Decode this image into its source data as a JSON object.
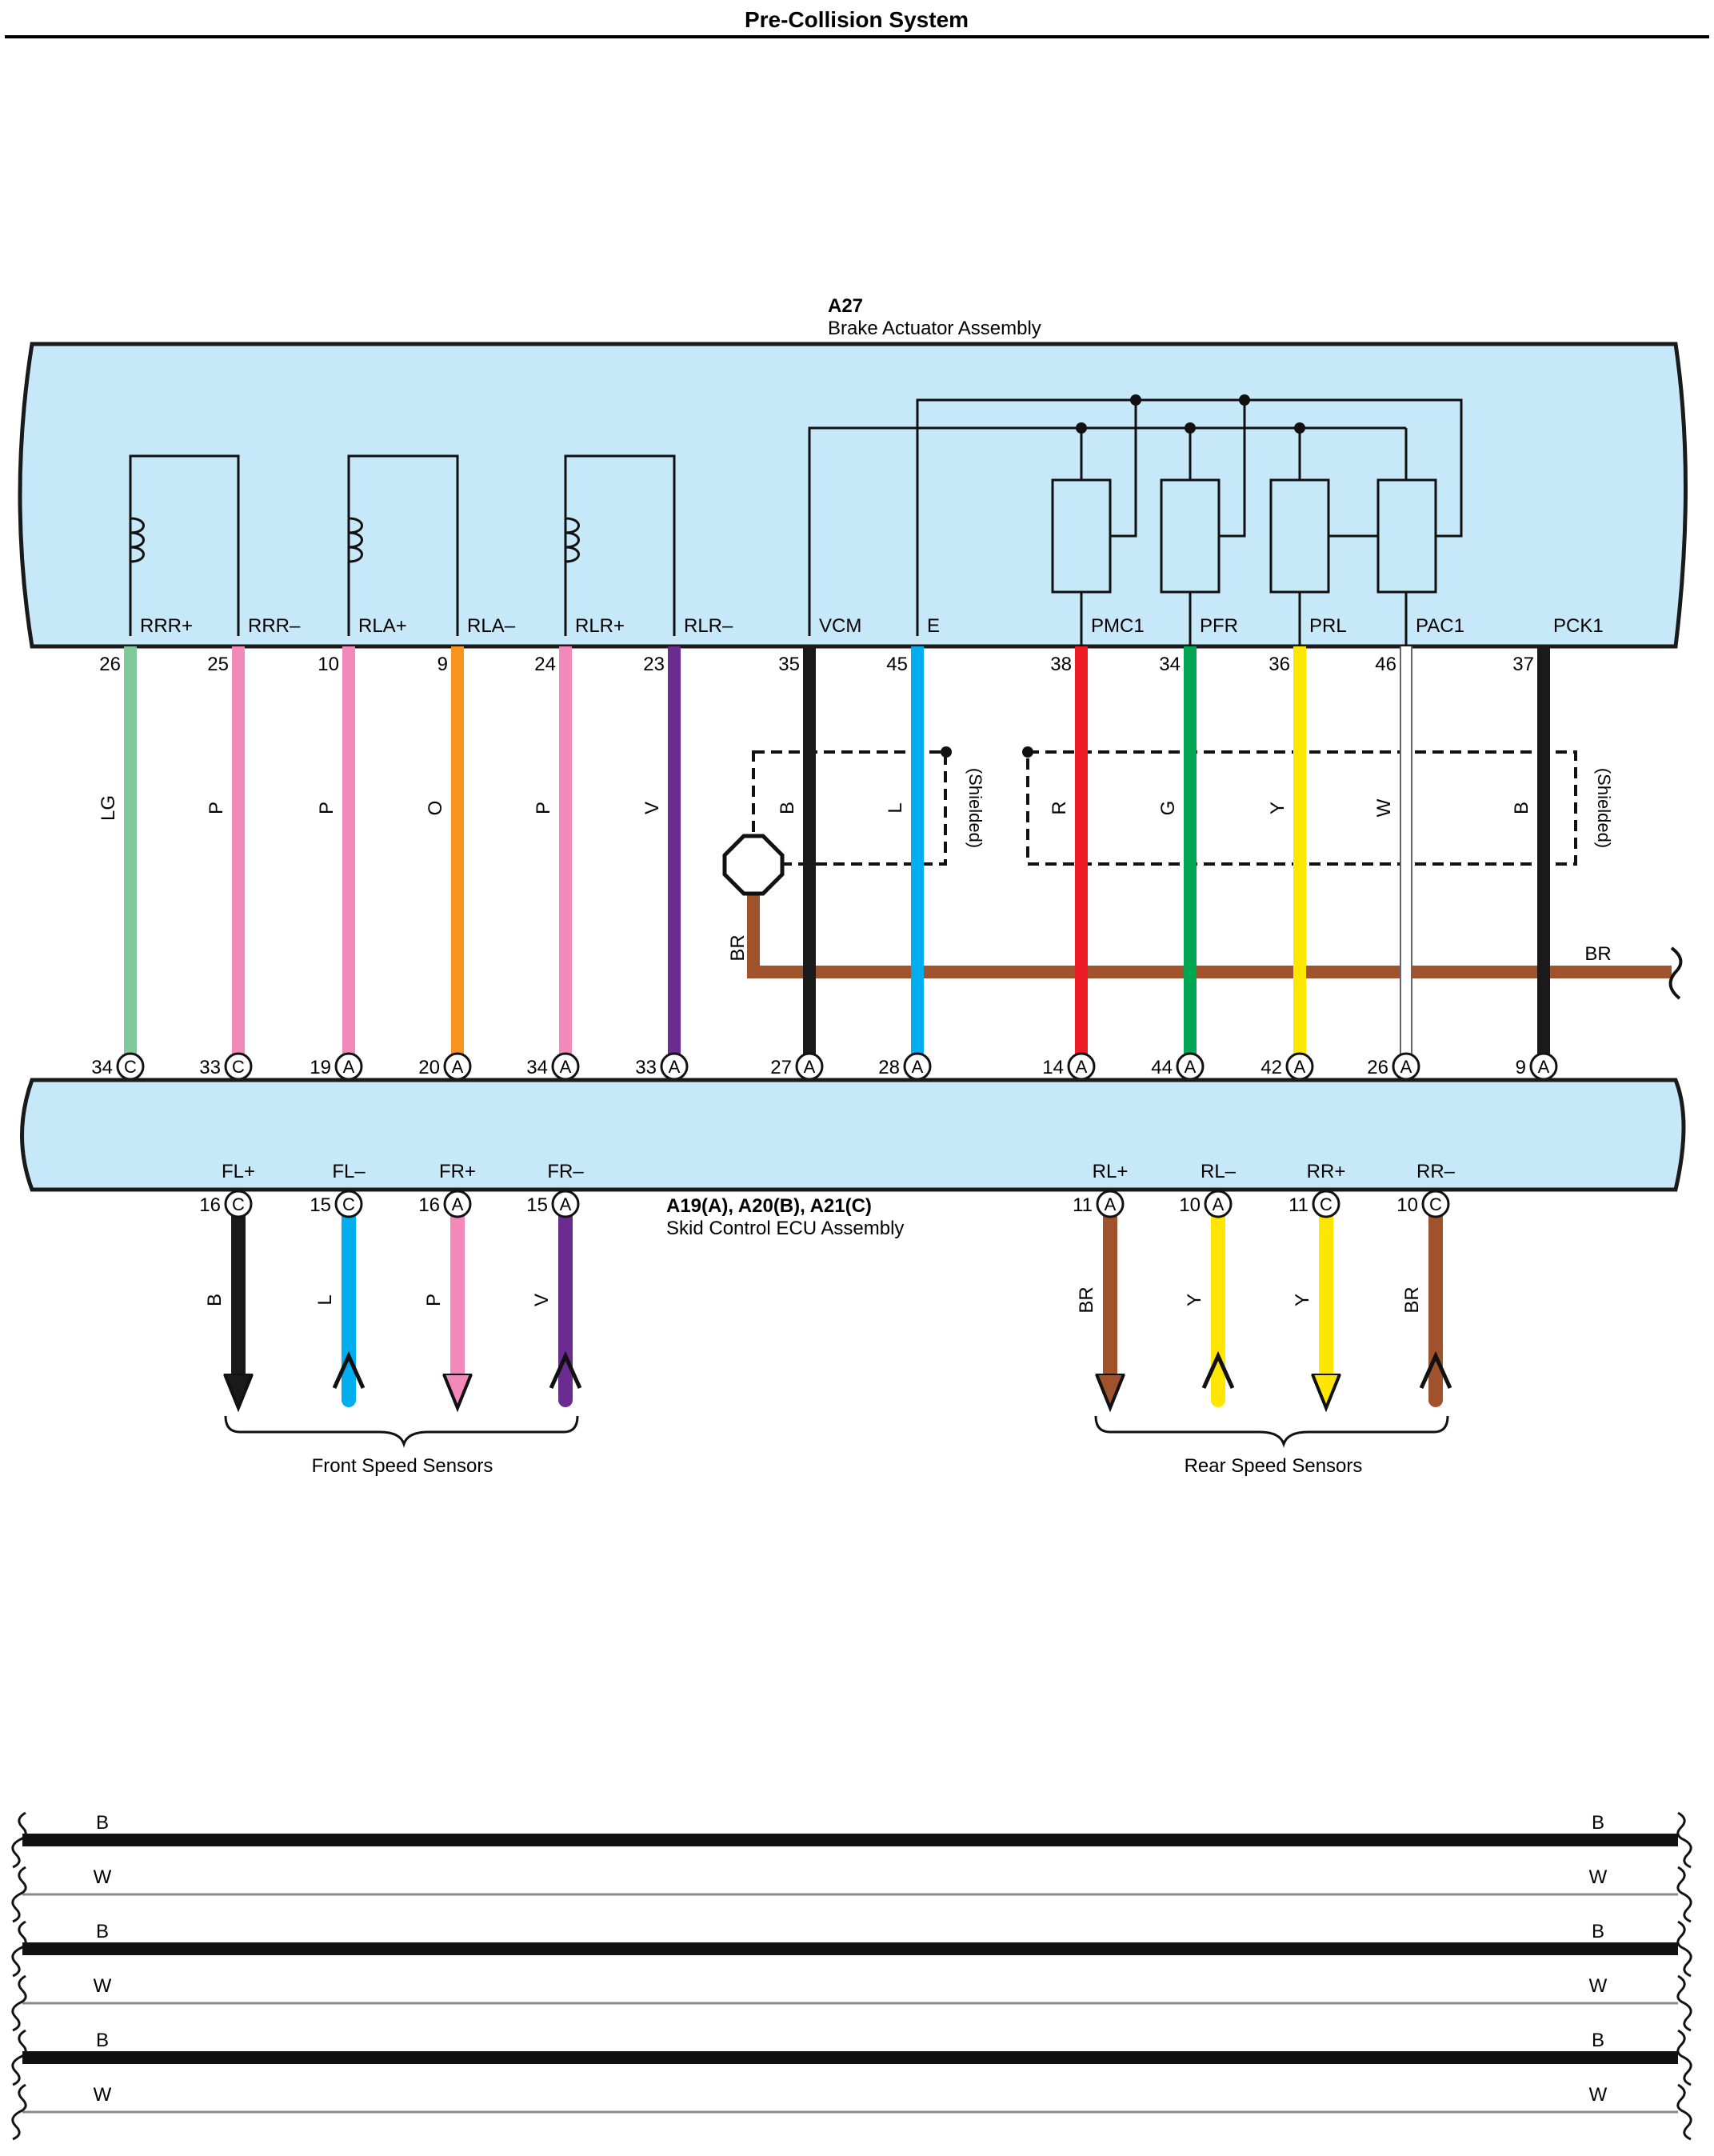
{
  "page_title": "Pre-Collision System",
  "actuator": {
    "code": "A27",
    "name": "Brake Actuator Assembly"
  },
  "ecu": {
    "code": "A19(A), A20(B), A21(C)",
    "name": "Skid Control ECU Assembly"
  },
  "colors": {
    "LG": "#7fc99b",
    "P": "#f389bb",
    "O": "#f7941d",
    "V": "#6a2c91",
    "B": "#1a1a1a",
    "L": "#00aeef",
    "R": "#ed1c24",
    "G": "#00a651",
    "Y": "#ffe600",
    "W": "#ffffff",
    "BR": "#a0522d",
    "block_fill": "#c7e8f8",
    "block_stroke": "#1a1a1a"
  },
  "wires": [
    {
      "top_label": "RRR+",
      "top_pin": "26",
      "color_code": "LG",
      "bottom_pin": "34",
      "bottom_conn": "C",
      "bottom_label": "RRR+"
    },
    {
      "top_label": "RRR–",
      "top_pin": "25",
      "color_code": "P",
      "bottom_pin": "33",
      "bottom_conn": "C",
      "bottom_label": "RRR–"
    },
    {
      "top_label": "RLA+",
      "top_pin": "10",
      "color_code": "P",
      "bottom_pin": "19",
      "bottom_conn": "A",
      "bottom_label": "RLA+"
    },
    {
      "top_label": "RLA–",
      "top_pin": "9",
      "color_code": "O",
      "bottom_pin": "20",
      "bottom_conn": "A",
      "bottom_label": "RLA–"
    },
    {
      "top_label": "RLR+",
      "top_pin": "24",
      "color_code": "P",
      "bottom_pin": "34",
      "bottom_conn": "A",
      "bottom_label": "RLR+"
    },
    {
      "top_label": "RLR–",
      "top_pin": "23",
      "color_code": "V",
      "bottom_pin": "33",
      "bottom_conn": "A",
      "bottom_label": "RLR–"
    },
    {
      "top_label": "VCM",
      "top_pin": "35",
      "color_code": "B",
      "bottom_pin": "27",
      "bottom_conn": "A",
      "bottom_label": "VCM"
    },
    {
      "top_label": "E",
      "top_pin": "45",
      "color_code": "L",
      "bottom_pin": "28",
      "bottom_conn": "A",
      "bottom_label": "E"
    },
    {
      "top_label": "PMC1",
      "top_pin": "38",
      "color_code": "R",
      "bottom_pin": "14",
      "bottom_conn": "A",
      "bottom_label": "PMC1"
    },
    {
      "top_label": "PFR",
      "top_pin": "34",
      "color_code": "G",
      "bottom_pin": "44",
      "bottom_conn": "A",
      "bottom_label": "PFR"
    },
    {
      "top_label": "PRL",
      "top_pin": "36",
      "color_code": "Y",
      "bottom_pin": "42",
      "bottom_conn": "A",
      "bottom_label": "PRL"
    },
    {
      "top_label": "PAC1",
      "top_pin": "46",
      "color_code": "W",
      "bottom_pin": "26",
      "bottom_conn": "A",
      "bottom_label": "PAC1"
    },
    {
      "top_label": "PCK1",
      "top_pin": "37",
      "color_code": "B",
      "bottom_pin": "9",
      "bottom_conn": "A",
      "bottom_label": "PCK1"
    }
  ],
  "shield_label": "(Shielded)",
  "ground_wire_label": "BR",
  "front_speed_sensors": {
    "label": "Front Speed Sensors",
    "wires": [
      {
        "label": "FL+",
        "pin": "16",
        "conn": "C",
        "color_code": "B",
        "arrow": "down"
      },
      {
        "label": "FL–",
        "pin": "15",
        "conn": "C",
        "color_code": "L",
        "arrow": "up"
      },
      {
        "label": "FR+",
        "pin": "16",
        "conn": "A",
        "color_code": "P",
        "arrow": "down"
      },
      {
        "label": "FR–",
        "pin": "15",
        "conn": "A",
        "color_code": "V",
        "arrow": "up"
      }
    ]
  },
  "rear_speed_sensors": {
    "label": "Rear Speed Sensors",
    "wires": [
      {
        "label": "RL+",
        "pin": "11",
        "conn": "A",
        "color_code": "BR",
        "arrow": "down"
      },
      {
        "label": "RL–",
        "pin": "10",
        "conn": "A",
        "color_code": "Y",
        "arrow": "up"
      },
      {
        "label": "RR+",
        "pin": "11",
        "conn": "C",
        "color_code": "Y",
        "arrow": "down"
      },
      {
        "label": "RR–",
        "pin": "10",
        "conn": "C",
        "color_code": "BR",
        "arrow": "up"
      }
    ]
  },
  "bus_lines": [
    {
      "color_code": "B"
    },
    {
      "color_code": "W"
    },
    {
      "color_code": "B"
    },
    {
      "color_code": "W"
    },
    {
      "color_code": "B"
    },
    {
      "color_code": "W"
    }
  ]
}
